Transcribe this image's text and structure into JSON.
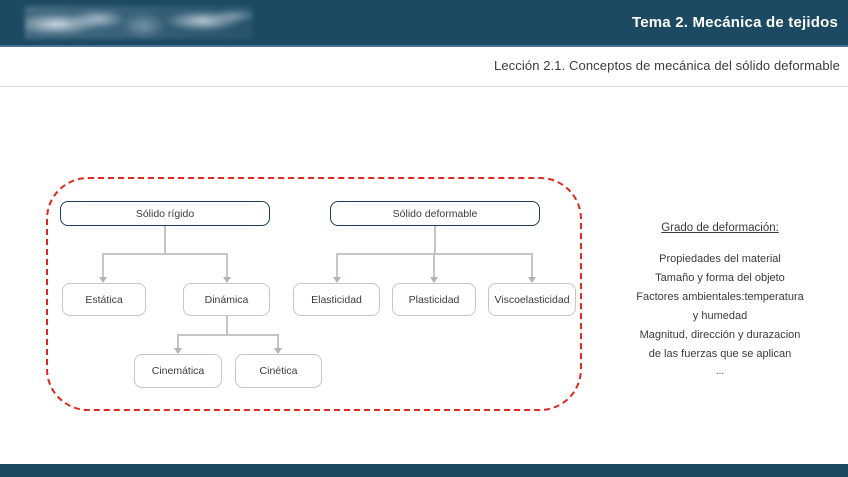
{
  "header": {
    "title": "Tema 2. Mecánica de tejidos",
    "photo": "tissue-micrograph-strip"
  },
  "subtitle": "Lección 2.1. Conceptos de mecánica del sólido deformable",
  "colors": {
    "header_bg": "#1c4a63",
    "header_border": "#4a7294",
    "dashed_frame": "#e0291e",
    "root_node_border": "#1f3a5f",
    "child_node_border": "#c6c6c6",
    "connector": "#c2c6ca",
    "text": "#3b3b3b"
  },
  "diagram": {
    "tree1": {
      "root": "Sólido rígido",
      "children": [
        "Estática",
        "Dinámica"
      ],
      "grandchildren": [
        "Cinemática",
        "Cinética"
      ]
    },
    "tree2": {
      "root": "Sólido deformable",
      "children": [
        "Elasticidad",
        "Plasticidad",
        "Viscoelasticidad"
      ]
    }
  },
  "notes": {
    "heading": "Grado de deformación:",
    "lines": [
      "Propiedades del material",
      "Tamaño y forma del objeto",
      "Factores ambientales:temperatura",
      "y humedad",
      "Magnitud, dirección y durazacion",
      "de las fuerzas que se aplican",
      "..."
    ]
  }
}
